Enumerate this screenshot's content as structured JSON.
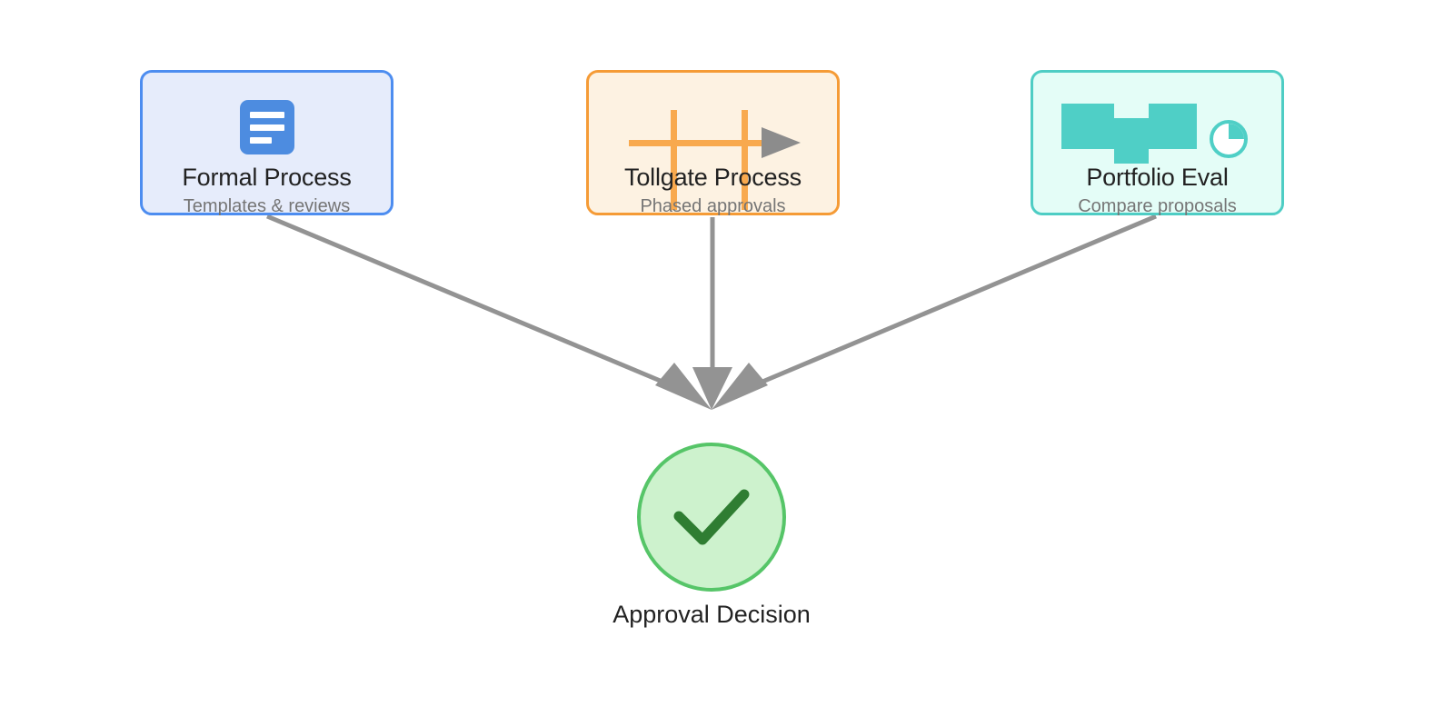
{
  "diagram": {
    "type": "convergence-flow",
    "background": "#ffffff",
    "connector_color": "#939393",
    "sources": [
      {
        "id": "formal",
        "title": "Formal Process",
        "subtitle": "Templates & reviews",
        "icon": "document-lines-icon",
        "accent": "#4d8df0",
        "fill": "#e6ecfb"
      },
      {
        "id": "tollgate",
        "title": "Tollgate Process",
        "subtitle": "Phased approvals",
        "icon": "tollgate-arrow-icon",
        "accent": "#f59b36",
        "fill": "#fdf2e2"
      },
      {
        "id": "portfolio",
        "title": "Portfolio Eval",
        "subtitle": "Compare proposals",
        "icon": "bar-pie-chart-icon",
        "accent": "#4ecdc4",
        "fill": "#e4fdf7"
      }
    ],
    "target": {
      "id": "approval",
      "label": "Approval Decision",
      "icon": "check-circle-icon",
      "accent": "#56c568",
      "fill": "#cdf2cd",
      "check_color": "#2f7d32"
    }
  }
}
